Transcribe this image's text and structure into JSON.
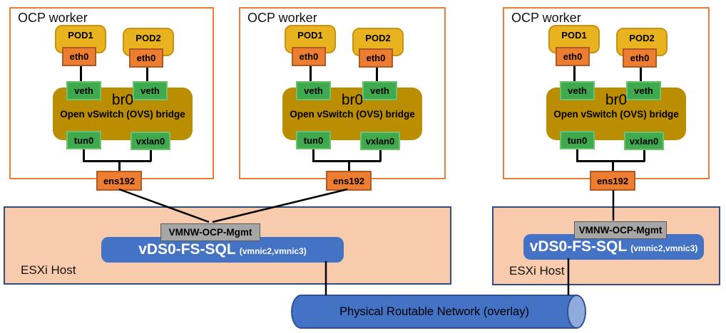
{
  "workers": [
    {
      "title": "OCP worker",
      "pods": [
        "POD1",
        "POD2"
      ],
      "eths": [
        "eth0",
        "eth0"
      ],
      "veths": [
        "veth",
        "veth"
      ],
      "bridge": {
        "name": "br0",
        "label": "Open vSwitch (OVS) bridge"
      },
      "tunnel_ports": [
        "tun0",
        "vxlan0"
      ],
      "uplink": "ens192"
    },
    {
      "title": "OCP worker",
      "pods": [
        "POD1",
        "POD2"
      ],
      "eths": [
        "eth0",
        "eth0"
      ],
      "veths": [
        "veth",
        "veth"
      ],
      "bridge": {
        "name": "br0",
        "label": "Open vSwitch (OVS) bridge"
      },
      "tunnel_ports": [
        "tun0",
        "vxlan0"
      ],
      "uplink": "ens192"
    },
    {
      "title": "OCP worker",
      "pods": [
        "POD1",
        "POD2"
      ],
      "eths": [
        "eth0",
        "eth0"
      ],
      "veths": [
        "veth",
        "veth"
      ],
      "bridge": {
        "name": "br0",
        "label": "Open vSwitch (OVS) bridge"
      },
      "tunnel_ports": [
        "tun0",
        "vxlan0"
      ],
      "uplink": "ens192"
    }
  ],
  "esxi_hosts": [
    {
      "label": "ESXi Host",
      "portgroup": "VMNW-OCP-Mgmt",
      "vds_name": "vDS0-FS-SQL",
      "vds_uplinks": "(vmnic2,vmnic3)"
    },
    {
      "label": "ESXi Host",
      "portgroup": "VMNW-OCP-Mgmt",
      "vds_name": "vDS0-FS-SQL",
      "vds_uplinks": "(vmnic2,vmnic3)"
    }
  ],
  "network": {
    "label": "Physical Routable Network (overlay)"
  },
  "colors": {
    "worker_border": "#ED7D31",
    "pod_fill": "#E9B320",
    "pod_border": "#C99014",
    "nic_fill": "#ED7D31",
    "nic_border": "#AE5A21",
    "port_fill": "#3FA94E",
    "port_border": "#6EC16E",
    "bridge_fill": "#BA8E00",
    "esxi_fill": "#F8CBAD",
    "esxi_border": "#2F4E7E",
    "portgroup_fill": "#A6A6A6",
    "portgroup_border": "#595959",
    "vds_fill": "#4472C4",
    "cylinder_fill": "#4472C4",
    "cylinder_cap": "#8FAADC",
    "cylinder_border": "#2F528F"
  }
}
